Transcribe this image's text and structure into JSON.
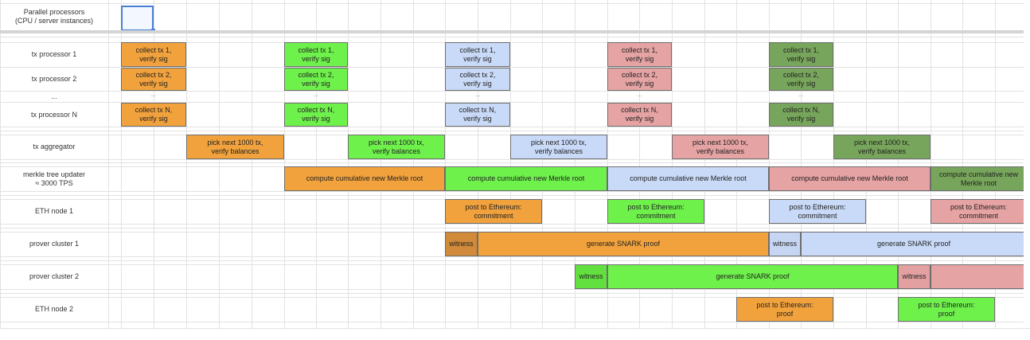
{
  "header": {
    "title": "Parallel processors\n(CPU / server instances)"
  },
  "rows": [
    {
      "key": "tx1",
      "label": "tx processor 1"
    },
    {
      "key": "tx2",
      "label": "tx processor 2"
    },
    {
      "key": "dots",
      "label": "..."
    },
    {
      "key": "txN",
      "label": "tx processor N"
    },
    {
      "key": "agg",
      "label": "tx aggregator"
    },
    {
      "key": "merkle",
      "label": "merkle tree updater\n≈ 3000 TPS"
    },
    {
      "key": "eth1",
      "label": "ETH node 1"
    },
    {
      "key": "prov1",
      "label": "prover cluster 1"
    },
    {
      "key": "prov2",
      "label": "prover cluster 2"
    },
    {
      "key": "eth2",
      "label": "ETH node 2"
    }
  ],
  "colors": {
    "orange": "#f2a23c",
    "green": "#6ff14c",
    "blue": "#c9daf8",
    "red": "#e6a3a3",
    "darkgreen": "#77a55b",
    "witness_orange": "#d08a3a",
    "witness_green": "#62e03f",
    "witness_blue": "#c6d6f2",
    "witness_red": "#e3a0a0"
  },
  "blocks": [
    {
      "row": "tx1",
      "color": "orange",
      "text": "collect tx 1,\nverify sig"
    },
    {
      "row": "tx2",
      "color": "orange",
      "text": "collect tx 2,\nverify sig"
    },
    {
      "row": "txN",
      "color": "orange",
      "text": "collect tx N,\nverify sig"
    },
    {
      "row": "tx1",
      "color": "green",
      "text": "collect tx 1,\nverify sig"
    },
    {
      "row": "tx2",
      "color": "green",
      "text": "collect tx 2,\nverify sig"
    },
    {
      "row": "txN",
      "color": "green",
      "text": "collect tx N,\nverify sig"
    },
    {
      "row": "tx1",
      "color": "blue",
      "text": "collect tx 1,\nverify sig"
    },
    {
      "row": "tx2",
      "color": "blue",
      "text": "collect tx 2,\nverify sig"
    },
    {
      "row": "txN",
      "color": "blue",
      "text": "collect tx N,\nverify sig"
    },
    {
      "row": "tx1",
      "color": "red",
      "text": "collect tx 1,\nverify sig"
    },
    {
      "row": "tx2",
      "color": "red",
      "text": "collect tx 2,\nverify sig"
    },
    {
      "row": "txN",
      "color": "red",
      "text": "collect tx N,\nverify sig"
    },
    {
      "row": "tx1",
      "color": "darkgreen",
      "text": "collect tx 1,\nverify sig"
    },
    {
      "row": "tx2",
      "color": "darkgreen",
      "text": "collect tx 2,\nverify sig"
    },
    {
      "row": "txN",
      "color": "darkgreen",
      "text": "collect tx N,\nverify sig"
    },
    {
      "row": "agg",
      "color": "orange",
      "text": "pick next 1000 tx,\nverify balances"
    },
    {
      "row": "agg",
      "color": "green",
      "text": "pick next 1000 tx,\nverify balances"
    },
    {
      "row": "agg",
      "color": "blue",
      "text": "pick next 1000 tx,\nverify balances"
    },
    {
      "row": "agg",
      "color": "red",
      "text": "pick next 1000 tx,\nverify balances"
    },
    {
      "row": "agg",
      "color": "darkgreen",
      "text": "pick next 1000 tx,\nverify balances"
    },
    {
      "row": "merkle",
      "color": "orange",
      "text": "compute cumulative new Merkle root"
    },
    {
      "row": "merkle",
      "color": "green",
      "text": "compute cumulative new Merkle root"
    },
    {
      "row": "merkle",
      "color": "blue",
      "text": "compute cumulative new Merkle root"
    },
    {
      "row": "merkle",
      "color": "red",
      "text": "compute cumulative new Merkle root"
    },
    {
      "row": "merkle",
      "color": "darkgreen",
      "text": "compute cumulative new Merkle root"
    },
    {
      "row": "eth1",
      "color": "orange",
      "text": "post to Ethereum:\ncommitment"
    },
    {
      "row": "eth1",
      "color": "green",
      "text": "post to Ethereum:\ncommitment"
    },
    {
      "row": "eth1",
      "color": "blue",
      "text": "post to Ethereum:\ncommitment"
    },
    {
      "row": "eth1",
      "color": "red",
      "text": "post to Ethereum:\ncommitment"
    },
    {
      "row": "prov1",
      "color": "witness_orange",
      "text": "witness"
    },
    {
      "row": "prov1",
      "color": "orange",
      "text": "generate SNARK proof"
    },
    {
      "row": "prov1",
      "color": "witness_blue",
      "text": "witness"
    },
    {
      "row": "prov1",
      "color": "blue",
      "text": "generate SNARK proof"
    },
    {
      "row": "prov2",
      "color": "witness_green",
      "text": "witness"
    },
    {
      "row": "prov2",
      "color": "green",
      "text": "generate SNARK proof"
    },
    {
      "row": "prov2",
      "color": "witness_red",
      "text": "witness"
    },
    {
      "row": "prov2",
      "color": "red",
      "text": ""
    },
    {
      "row": "eth2",
      "color": "orange",
      "text": "post to Ethereum:\nproof"
    },
    {
      "row": "eth2",
      "color": "green",
      "text": "post to Ethereum:\nproof"
    }
  ],
  "dots_text": "..."
}
